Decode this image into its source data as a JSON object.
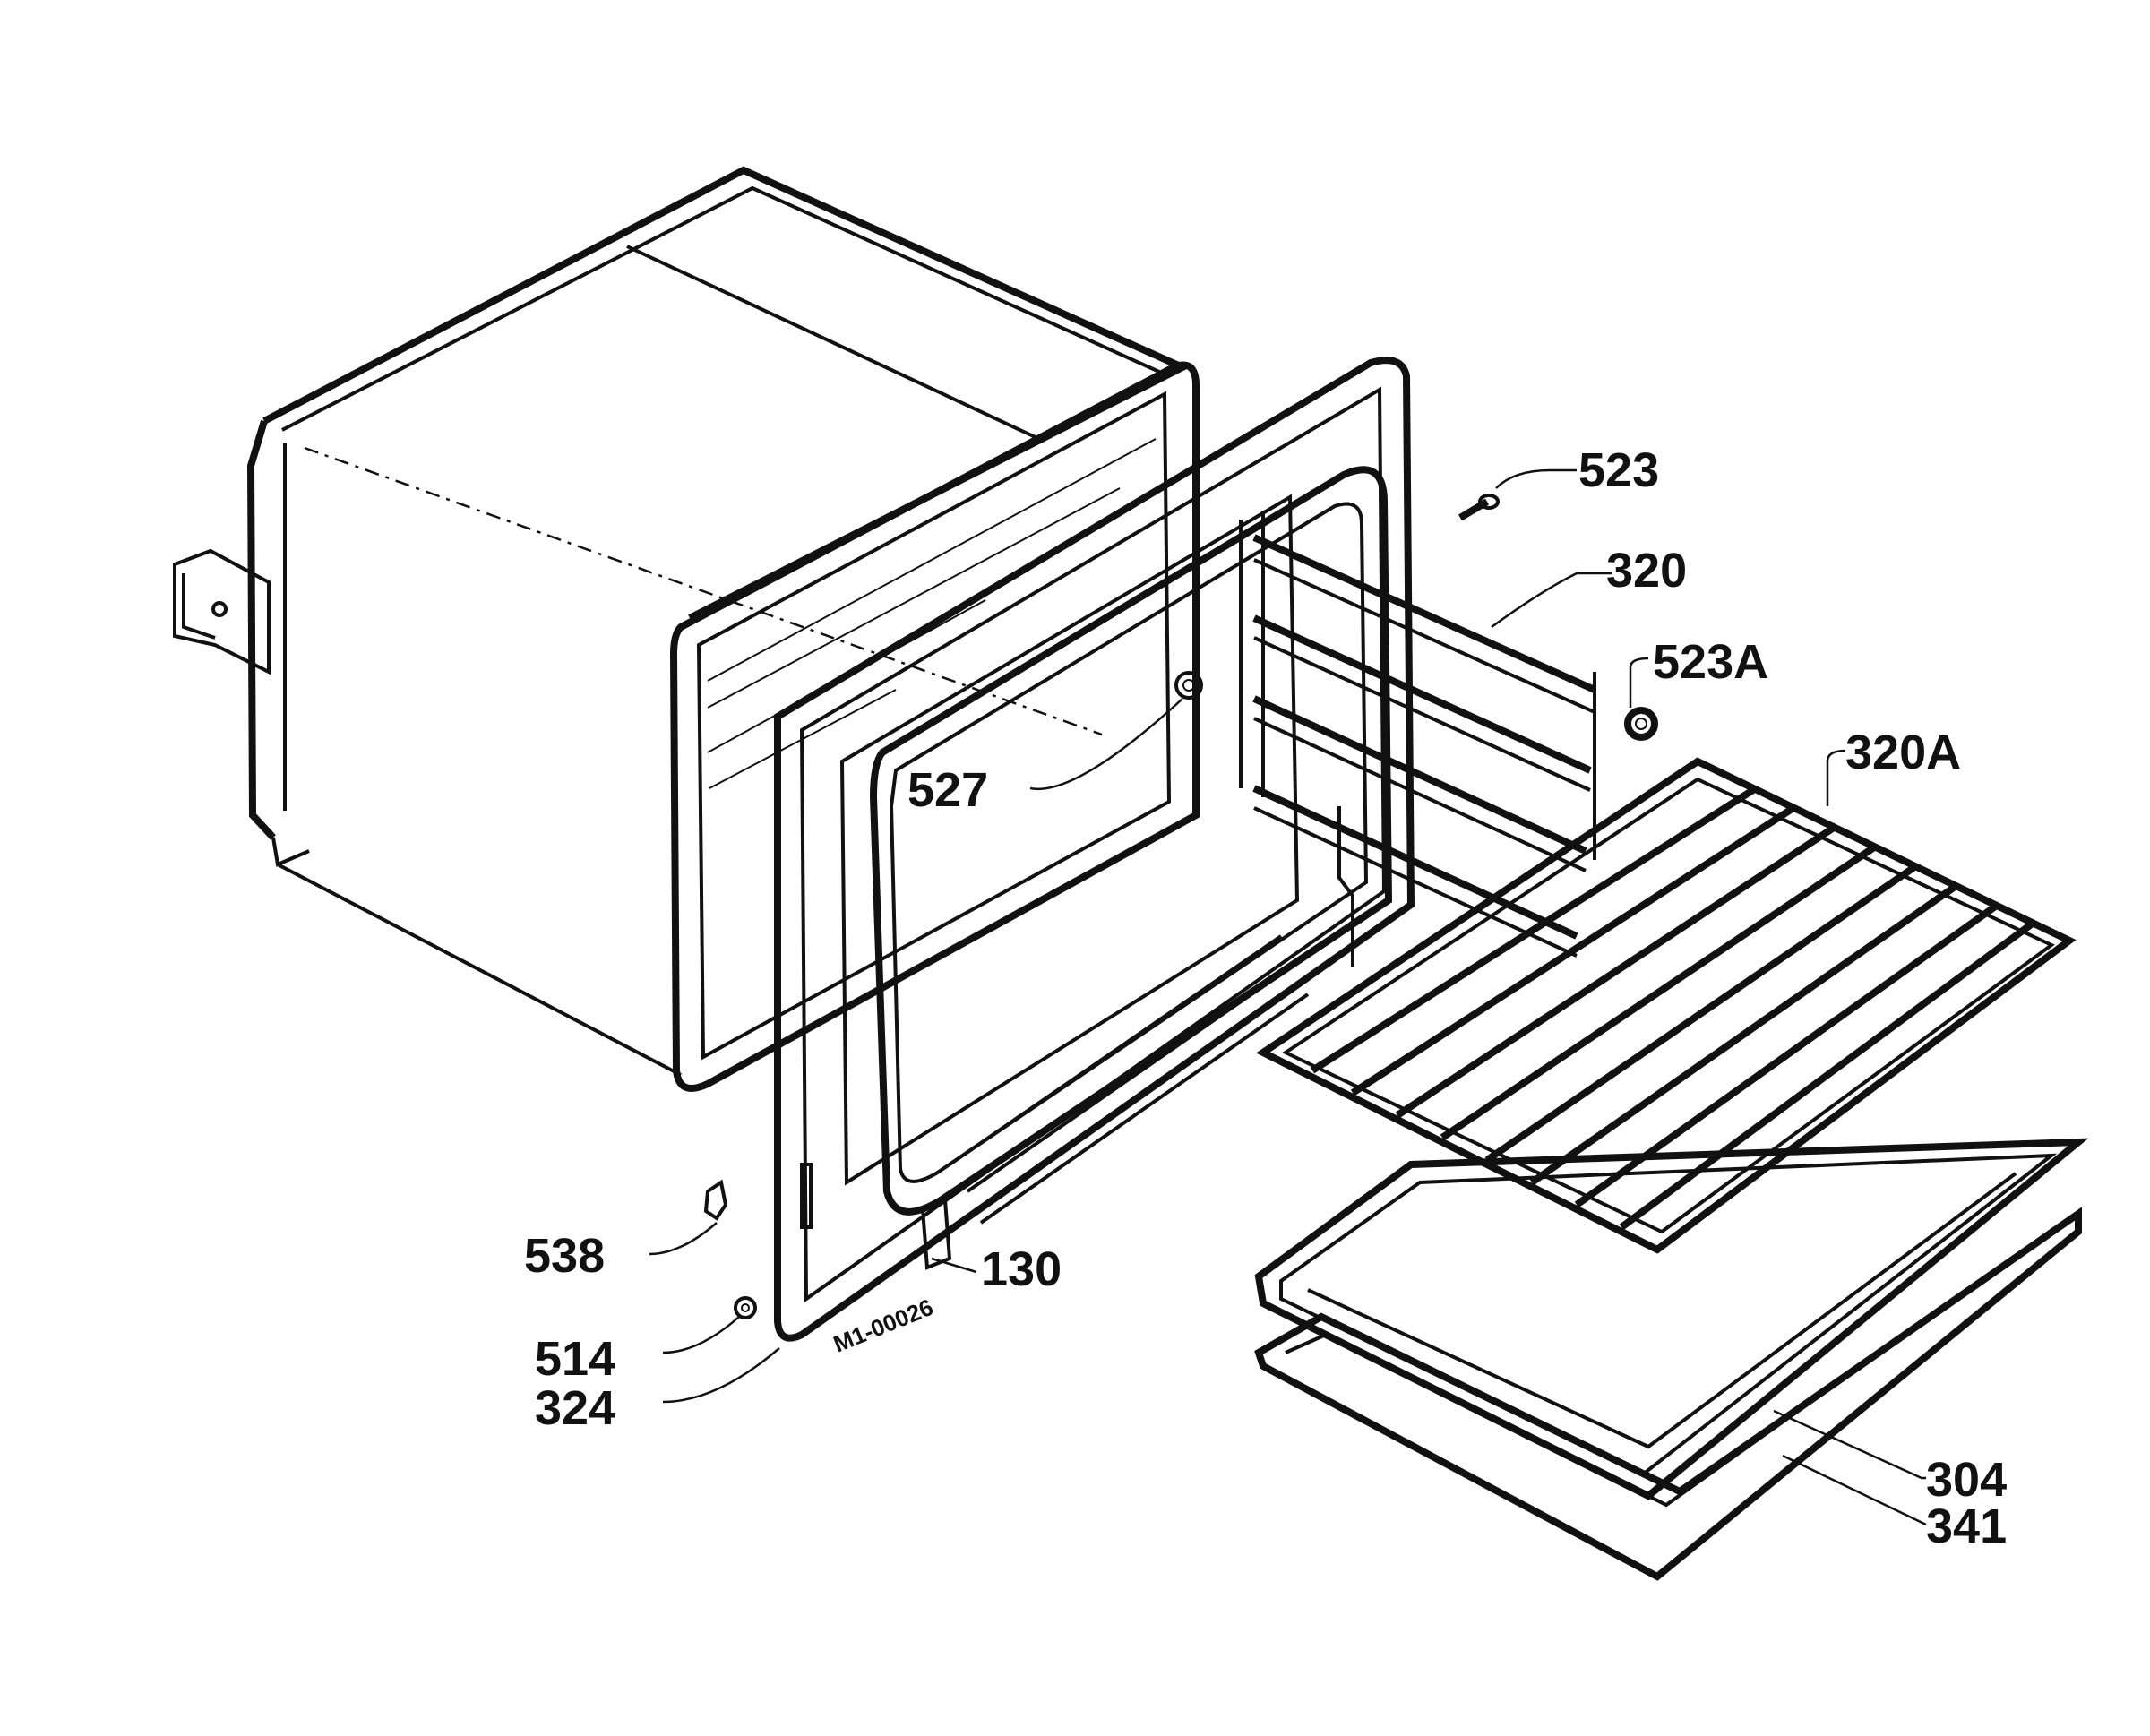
{
  "part_labels": {
    "p523": "523",
    "p320": "320",
    "p523a": "523A",
    "p320a": "320A",
    "p527": "527",
    "p538": "538",
    "p514": "514",
    "p324": "324",
    "p130": "130",
    "p304": "304",
    "p341": "341"
  },
  "drawing_code": "M1-00026",
  "colors": {
    "ink": "#111111",
    "paper": "#ffffff"
  }
}
